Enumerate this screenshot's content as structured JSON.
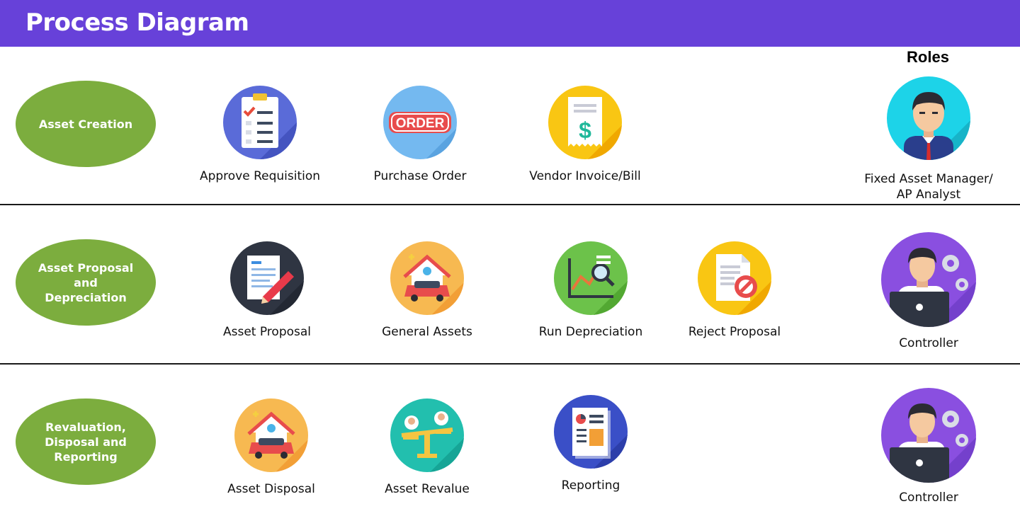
{
  "header": {
    "title": "Process Diagram"
  },
  "roles_label": "Roles",
  "colors": {
    "header": "#6741d9",
    "stage": "#7cad3e",
    "divider": "#1a1a1a"
  },
  "rows": [
    {
      "stage": "Asset Creation",
      "steps": [
        {
          "label": "Approve Requisition",
          "icon": "clipboard-checklist-icon"
        },
        {
          "label": "Purchase Order",
          "icon": "order-stamp-icon",
          "icon_text": "ORDER"
        },
        {
          "label": "Vendor Invoice/Bill",
          "icon": "invoice-dollar-icon"
        }
      ],
      "role": {
        "label": "Fixed Asset Manager/\nAP Analyst",
        "icon": "manager-avatar-icon"
      }
    },
    {
      "stage": "Asset Proposal and Depreciation",
      "steps": [
        {
          "label": "Asset Proposal",
          "icon": "document-pen-icon"
        },
        {
          "label": "General Assets",
          "icon": "house-car-icon"
        },
        {
          "label": "Run Depreciation",
          "icon": "chart-magnifier-icon"
        },
        {
          "label": "Reject Proposal",
          "icon": "document-reject-icon"
        }
      ],
      "role": {
        "label": "Controller",
        "icon": "controller-avatar-icon"
      }
    },
    {
      "stage": "Revaluation, Disposal and Reporting",
      "steps": [
        {
          "label": "Asset Disposal",
          "icon": "house-car-icon"
        },
        {
          "label": "Asset Revalue",
          "icon": "balance-scale-icon"
        },
        {
          "label": "Reporting",
          "icon": "report-document-icon"
        }
      ],
      "role": {
        "label": "Controller",
        "icon": "controller-avatar-icon"
      }
    }
  ]
}
